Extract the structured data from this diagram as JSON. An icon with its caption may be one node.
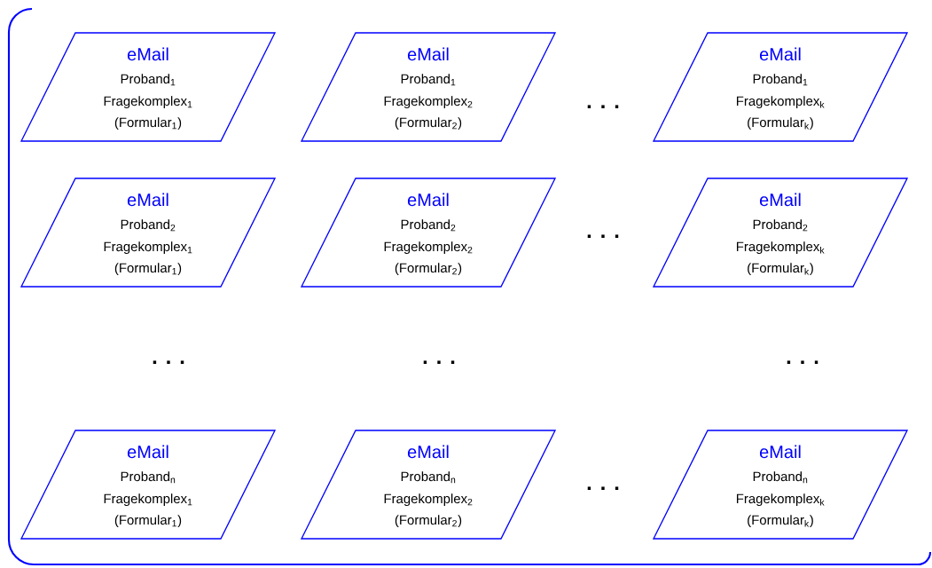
{
  "diagram": {
    "nodes": [
      {
        "text": [
          "eMail",
          "Proband$_{1}$",
          "Fragekomplex$_{1}$",
          "(Formular$_{1}$)"
        ]
      },
      {
        "text": [
          "eMail",
          "Proband$_{1}$",
          "Fragekomplex$_{2}$",
          "(Formular$_{2}$)"
        ]
      },
      {
        "text": [
          "eMail",
          "Proband$_{1}$",
          "Fragekomplex$_{k}$",
          "(Formular$_{k}$)"
        ]
      },
      {
        "text": [
          "eMail",
          "Proband$_{2}$",
          "Fragekomplex$_{1}$",
          "(Formular$_{1}$)"
        ]
      },
      {
        "text": [
          "eMail",
          "Proband$_{2}$",
          "Fragekomplex$_{2}$",
          "(Formular$_{2}$)"
        ]
      },
      {
        "text": [
          "eMail",
          "Proband$_{2}$",
          "Fragekomplex$_{k}$",
          "(Formular$_{k}$)"
        ]
      },
      {
        "text": [
          "eMail",
          "Proband$_{n}$",
          "Fragekomplex$_{1}$",
          "(Formular$_{1}$)"
        ]
      },
      {
        "text": [
          "eMail",
          "Proband$_{n}$",
          "Fragekomplex$_{2}$",
          "(Formular$_{2}$)"
        ]
      },
      {
        "text": [
          "eMail",
          "Proband$_{n}$",
          "Fragekomplex$_{k}$",
          "(Formular$_{k}$)"
        ]
      }
    ],
    "labels": [
      ". . .",
      ". . .",
      ". . .",
      ". . .",
      ". . .",
      ". . ."
    ]
  }
}
